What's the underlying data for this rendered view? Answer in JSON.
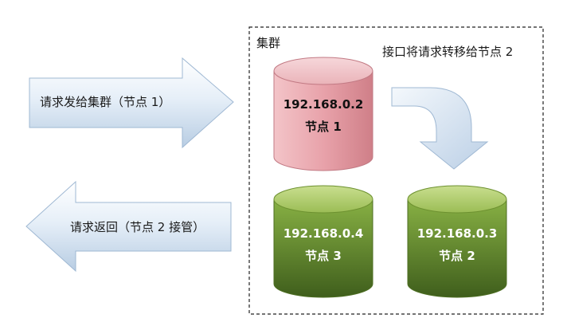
{
  "request_arrow": {
    "label": "请求发给集群（节点 1）"
  },
  "response_arrow": {
    "label": "请求返回（节点 2 接管）"
  },
  "cluster": {
    "label": "集群"
  },
  "transfer": {
    "label": "接口将请求转移给节点 2"
  },
  "nodes": [
    {
      "ip": "192.168.0.2",
      "name": "节点 1",
      "color": "#e8a0a8"
    },
    {
      "ip": "192.168.0.4",
      "name": "节点 3",
      "color": "#6e9b2e"
    },
    {
      "ip": "192.168.0.3",
      "name": "节点 2",
      "color": "#6e9b2e"
    }
  ]
}
